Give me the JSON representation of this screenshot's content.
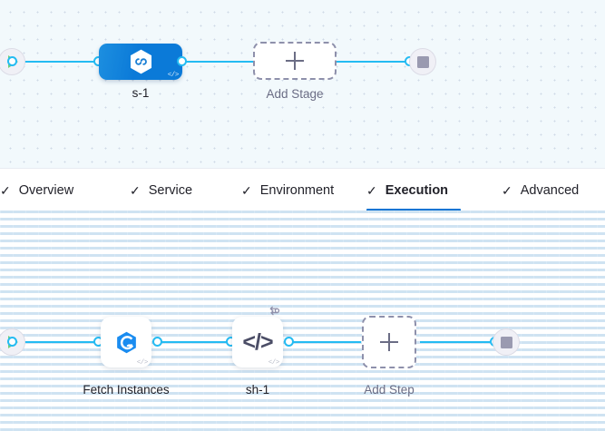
{
  "stage_canvas": {
    "background_color": "#f2f9fc",
    "grid": "dots",
    "start_node": {
      "icon": "play-icon",
      "label": ""
    },
    "end_node": {
      "icon": "stop-icon",
      "label": ""
    },
    "nodes": [
      {
        "id": "stage-1",
        "label": "s-1",
        "icon": "harness-deploy-hexagon-icon",
        "badge": "</>",
        "type": "stage",
        "accent": "#0b7ad8",
        "selected": true
      }
    ],
    "add_placeholder": {
      "label": "Add Stage",
      "icon": "plus-icon"
    }
  },
  "tabs": {
    "items": [
      {
        "label": "Overview",
        "icon": "check-icon",
        "active": false
      },
      {
        "label": "Service",
        "icon": "check-icon",
        "active": false
      },
      {
        "label": "Environment",
        "icon": "check-icon",
        "active": false
      },
      {
        "label": "Execution",
        "icon": "check-icon",
        "active": true
      },
      {
        "label": "Advanced",
        "icon": "check-icon",
        "active": false
      }
    ],
    "active_underline_color": "#1275d4"
  },
  "step_canvas": {
    "background_color": "#ffffff",
    "grid": "dashed-vertical-lines",
    "start_node": {
      "icon": "play-icon",
      "label": ""
    },
    "end_node": {
      "icon": "stop-icon",
      "label": ""
    },
    "nodes": [
      {
        "id": "step-fetch-instances",
        "label": "Fetch Instances",
        "icon": "harness-command-hexagon-icon",
        "badge": "</>",
        "type": "step"
      },
      {
        "id": "step-sh-1",
        "label": "sh-1",
        "icon": "shell-script-icon",
        "glyph": "</>",
        "badge": "</>",
        "decorator": "loop-strategy-icon",
        "type": "step"
      }
    ],
    "add_placeholder": {
      "label": "Add Step",
      "icon": "plus-icon"
    }
  },
  "colors": {
    "edge": "#24bbf2",
    "stage_node": "#0b7ad8",
    "accent": "#1275d4",
    "placeholder_border": "#8e90ab",
    "start_play": "#6fd07a",
    "stop_square": "#9a9ab0"
  }
}
